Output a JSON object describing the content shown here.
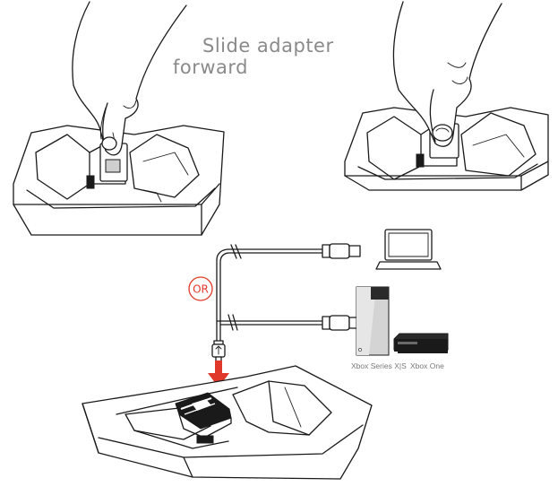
{
  "caption": {
    "line1": "Slide adapter",
    "line2": "forward"
  },
  "connector": {
    "or_label": "OR"
  },
  "devices": {
    "laptop_icon": "laptop-icon",
    "xbox_series_label": "Xbox Series X|S",
    "xbox_one_label": "Xbox One"
  },
  "colors": {
    "accent": "#e0392b",
    "line": "#1a1a1a",
    "caption": "#8a8a8a"
  }
}
